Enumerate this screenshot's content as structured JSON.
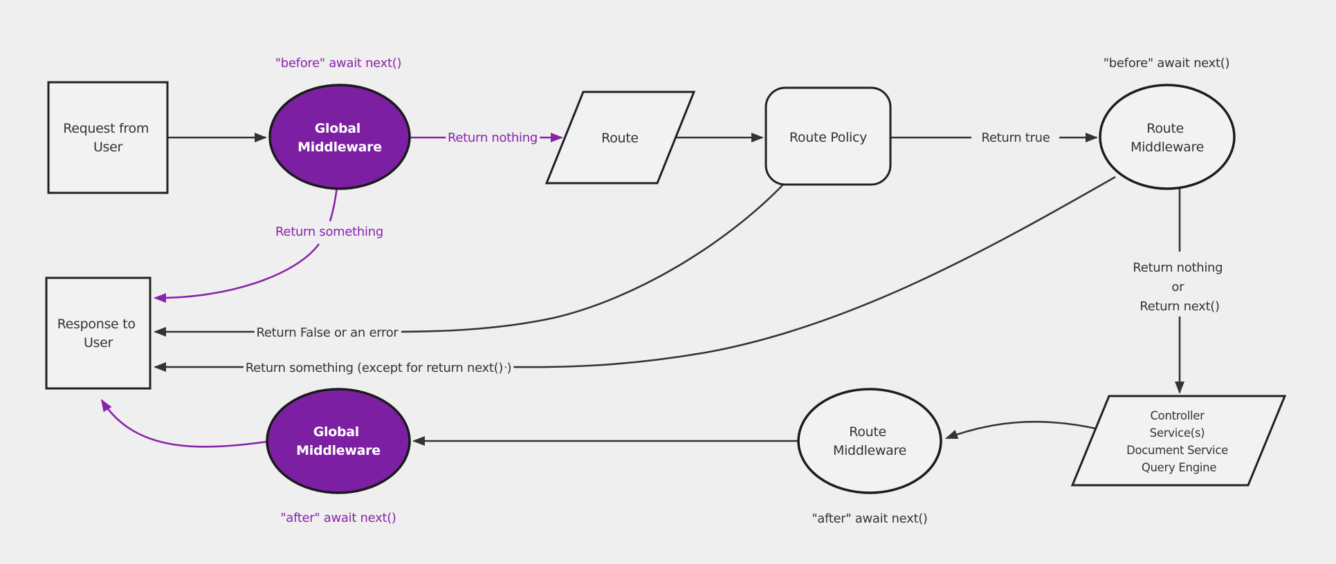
{
  "diagram": {
    "title": "Middleware request and response flow diagram",
    "colors": {
      "background": "#efefef",
      "node_fill": "#f2f2f2",
      "node_border": "#1c1c1c",
      "edge_dark": "#333333",
      "edge_purple": "#8a23ab",
      "purple_node_fill": "#7d1fa2",
      "node_text_dark": "#333333",
      "node_text_light": "#ffffff"
    },
    "nodes": {
      "request_user": {
        "shape": "rectangle",
        "lines": [
          "Request from",
          "User"
        ]
      },
      "global_middleware_top": {
        "shape": "ellipse",
        "lines": [
          "Global",
          "Middleware"
        ]
      },
      "route": {
        "shape": "parallelogram",
        "lines": [
          "Route"
        ]
      },
      "route_policy": {
        "shape": "rounded-rectangle",
        "lines": [
          "Route Policy"
        ]
      },
      "route_middleware_top": {
        "shape": "ellipse",
        "lines": [
          "Route",
          "Middleware"
        ]
      },
      "controller": {
        "shape": "parallelogram",
        "lines": [
          "Controller",
          "Service(s)",
          "Document Service",
          "Query Engine"
        ]
      },
      "route_middleware_bottom": {
        "shape": "ellipse",
        "lines": [
          "Route",
          "Middleware"
        ]
      },
      "global_middleware_bottom": {
        "shape": "ellipse",
        "lines": [
          "Global",
          "Middleware"
        ]
      },
      "response_user": {
        "shape": "rectangle",
        "lines": [
          "Response to",
          "User"
        ]
      }
    },
    "edge_labels": {
      "before_await_global": "\"before\" await next()",
      "return_nothing": "Return nothing",
      "return_true": "Return true",
      "before_await_route": "\"before\" await next()",
      "return_nothing_or": [
        "Return nothing",
        "or",
        "Return next()"
      ],
      "after_await_route": "\"after\" await next()",
      "after_await_global": "\"after\" await next()",
      "return_something": "Return something",
      "return_false_or_error": "Return False or an error",
      "return_something_except": "Return something (except for return next() )"
    }
  }
}
